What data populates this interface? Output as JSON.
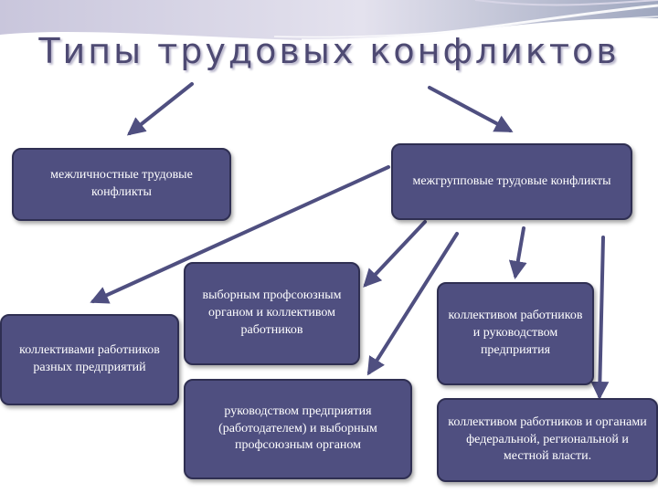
{
  "title": "Типы трудовых конфликтов",
  "colors": {
    "box_fill": "#4f4f80",
    "box_border": "#2f2f52",
    "arrow": "#4f4f80",
    "title": "#4e4a73"
  },
  "nodes": {
    "interpersonal": "межличностные трудовые конфликты",
    "intergroup": "межгрупповые трудовые конфликты",
    "union_and_collective": "выборным профсоюзным органом и коллективом работников",
    "collectives_different_enterprises": "коллективами работников разных предприятий",
    "collective_and_management": "коллективом работников и руководством предприятия",
    "management_and_union": "руководством предприятия (работодателем) и выборным профсоюзным органом",
    "collective_and_authorities": "коллективом работников и органами федеральной, региональной и местной власти."
  }
}
